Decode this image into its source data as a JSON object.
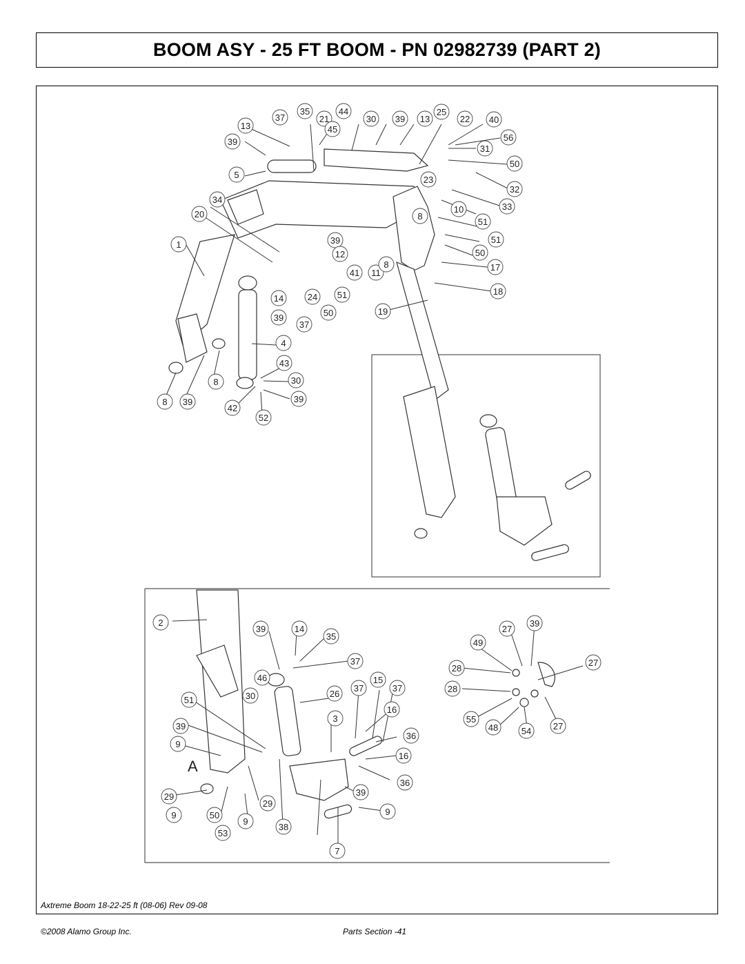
{
  "header": {
    "title": "BOOM ASY - 25 FT BOOM - PN 02982739 (PART 2)"
  },
  "footer": {
    "model": "Axtreme Boom 18-22-25 ft (08-06) Rev 09-08",
    "copyright": "©2008 Alamo Group Inc.",
    "page": "Parts Section -41"
  },
  "callouts": {
    "top": [
      "37",
      "35",
      "21",
      "44",
      "30",
      "39",
      "13",
      "25",
      "22",
      "40",
      "13",
      "45",
      "56",
      "39",
      "31",
      "5",
      "50",
      "23",
      "32",
      "34",
      "33",
      "20",
      "10",
      "8",
      "51",
      "1",
      "39",
      "51",
      "12",
      "50",
      "41",
      "11",
      "8",
      "17",
      "18",
      "24",
      "51",
      "14",
      "19",
      "50",
      "39",
      "37",
      "4",
      "43",
      "30",
      "39",
      "42",
      "52",
      "8",
      "39",
      "8"
    ],
    "bottom": [
      "2",
      "39",
      "14",
      "35",
      "37",
      "46",
      "26",
      "37",
      "15",
      "37",
      "51",
      "30",
      "16",
      "3",
      "39",
      "36",
      "9",
      "16",
      "36",
      "29",
      "39",
      "9",
      "50",
      "29",
      "9",
      "53",
      "9",
      "38",
      "7"
    ],
    "detail": [
      "27",
      "39",
      "49",
      "28",
      "27",
      "28",
      "55",
      "48",
      "54",
      "27"
    ]
  },
  "detail_marker": "A"
}
